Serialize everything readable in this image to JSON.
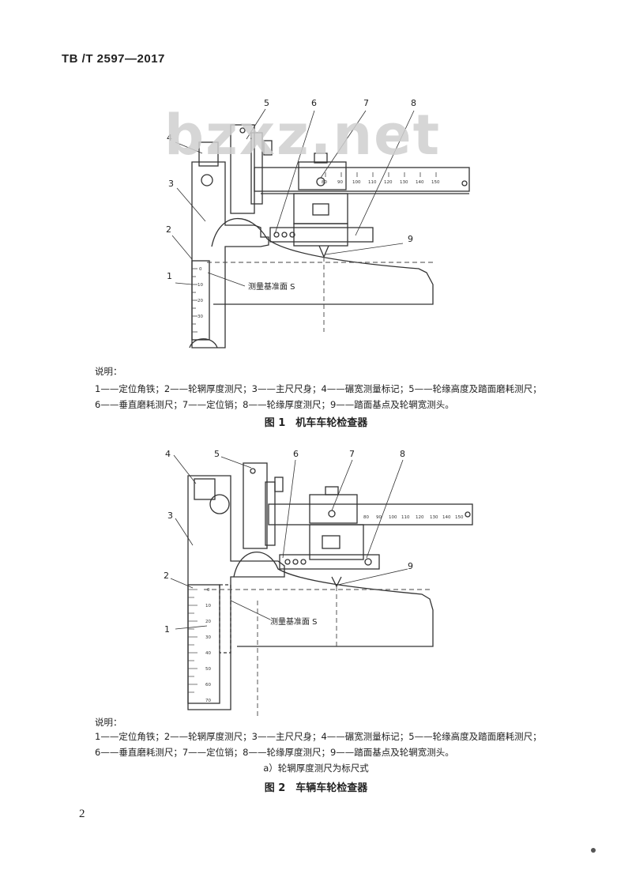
{
  "header": {
    "standard_code": "TB /T 2597—2017"
  },
  "watermark": "bzxz.net",
  "figure1": {
    "callouts": [
      "1",
      "2",
      "3",
      "4",
      "5",
      "6",
      "7",
      "8",
      "9"
    ],
    "reference_plane_label": "测量基准面 S",
    "scale_top": [
      "80",
      "90",
      "100",
      "110",
      "120",
      "130",
      "140",
      "150"
    ],
    "scale_left": [
      "0",
      "10",
      "20",
      "30"
    ],
    "legend_title": "说明：",
    "legend_lines": [
      "1——定位角铁；2——轮辋厚度测尺；3——主尺尺身；4——碾宽测量标记；5——轮缘高度及踏面磨耗测尺；",
      "6——垂直磨耗测尺；7——定位销；8——轮缘厚度测尺；9——踏面基点及轮辋宽测头。"
    ],
    "caption": "图 1　机车车轮检查器"
  },
  "figure2": {
    "callouts": [
      "1",
      "2",
      "3",
      "4",
      "5",
      "6",
      "7",
      "8",
      "9"
    ],
    "reference_plane_label": "测量基准面 S",
    "scale_top": [
      "80",
      "90",
      "100",
      "110",
      "120",
      "130",
      "140",
      "150"
    ],
    "scale_left": [
      "0",
      "10",
      "20",
      "30",
      "40",
      "50",
      "60",
      "70"
    ],
    "legend_title": "说明：",
    "legend_lines": [
      "1——定位角铁；2——轮辋厚度测尺；3——主尺尺身；4——碾宽测量标记；5——轮缘高度及踏面磨耗测尺；",
      "6——垂直磨耗测尺；7——定位销；8——轮缘厚度测尺；9——踏面基点及轮辋宽测头。"
    ],
    "subcaption": "a）轮辋厚度测尺为标尺式",
    "caption": "图 2　车辆车轮检查器"
  },
  "page_number": "2"
}
